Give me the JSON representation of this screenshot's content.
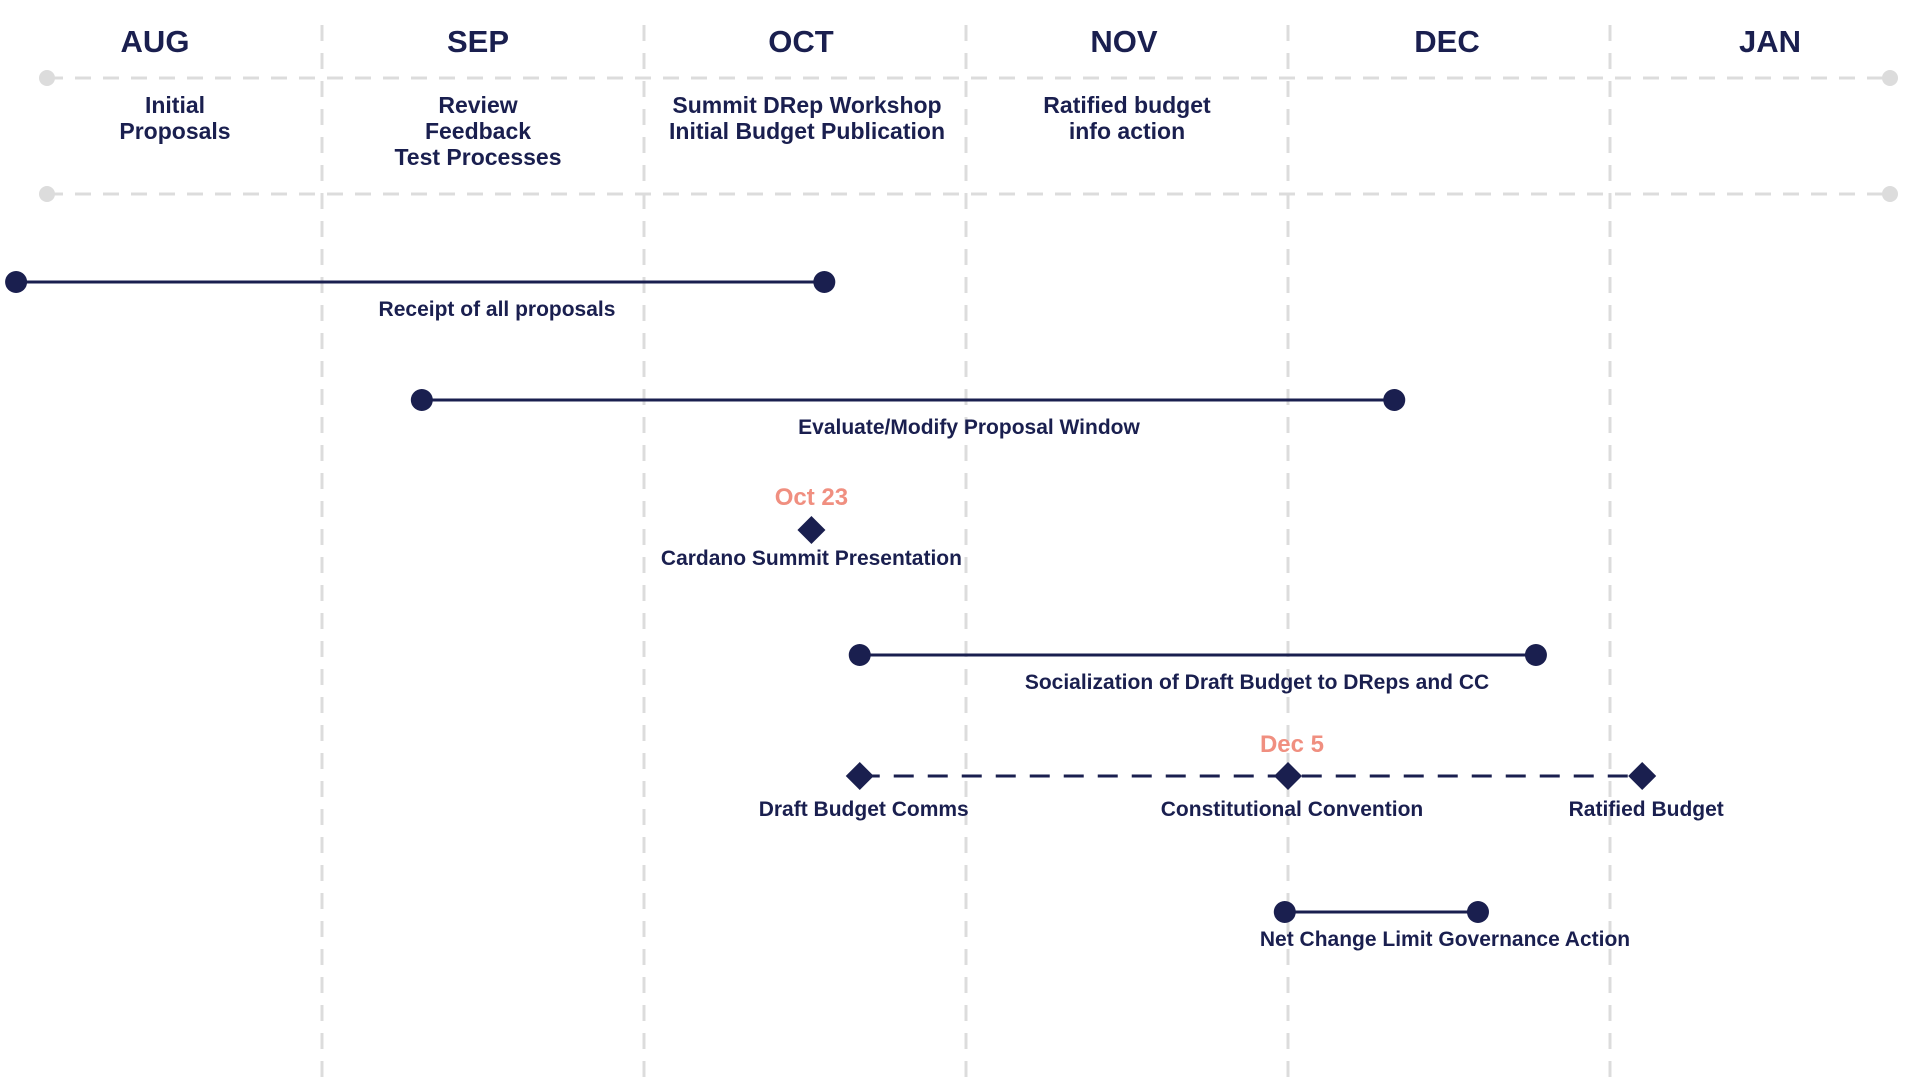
{
  "colors": {
    "navy": "#1a1f4f",
    "accent": "#f08f80",
    "grid": "#dcdcdc",
    "background": "#ffffff"
  },
  "months": [
    "AUG",
    "SEP",
    "OCT",
    "NOV",
    "DEC",
    "JAN"
  ],
  "month_notes": [
    {
      "month": "AUG",
      "lines": [
        "Initial",
        "Proposals"
      ]
    },
    {
      "month": "SEP",
      "lines": [
        "Review",
        "Feedback",
        "Test Processes"
      ]
    },
    {
      "month": "OCT",
      "lines": [
        "Summit DRep Workshop",
        "Initial Budget Publication"
      ]
    },
    {
      "month": "NOV",
      "lines": [
        "Ratified budget",
        "info action"
      ]
    }
  ],
  "spans": [
    {
      "id": "receipt",
      "label": "Receipt of all proposals",
      "start_month": 0.05,
      "end_month": 2.56
    },
    {
      "id": "evaluate",
      "label": "Evaluate/Modify Proposal Window",
      "start_month": 1.31,
      "end_month": 4.33
    },
    {
      "id": "socialization",
      "label": "Socialization of Draft Budget to DReps and CC",
      "start_month": 2.67,
      "end_month": 4.77
    },
    {
      "id": "net-change",
      "label": "Net Change Limit Governance Action",
      "start_month": 3.99,
      "end_month": 4.59
    }
  ],
  "milestones": [
    {
      "id": "summit",
      "label": "Cardano Summit Presentation",
      "date": "Oct 23",
      "month_pos": 2.52
    }
  ],
  "milestone_chain": {
    "style": "dashed",
    "points": [
      {
        "id": "draft-comms",
        "label": "Draft Budget Comms",
        "date": "",
        "month_pos": 2.67
      },
      {
        "id": "convention",
        "label": "Constitutional Convention",
        "date": "Dec 5",
        "month_pos": 4.0
      },
      {
        "id": "ratified",
        "label": "Ratified Budget",
        "date": "",
        "month_pos": 5.1
      }
    ]
  }
}
